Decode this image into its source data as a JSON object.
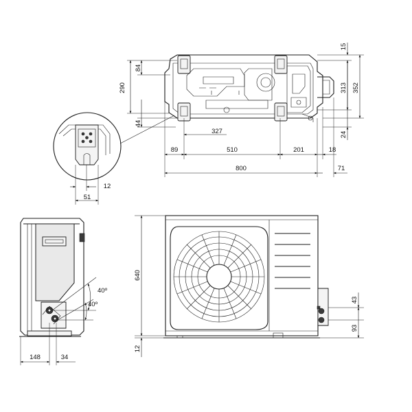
{
  "dimensions": {
    "top_view": {
      "d15": "15",
      "d84": "84",
      "d290": "290",
      "d313": "313",
      "d352": "352",
      "d44": "44",
      "d327": "327",
      "d24": "24",
      "d89": "89",
      "d510": "510",
      "d201": "201",
      "d18": "18",
      "d800": "800",
      "d71": "71"
    },
    "detail_view": {
      "d12": "12",
      "d51": "51"
    },
    "side_view": {
      "angle_upper": "40º",
      "angle_lower": "40º",
      "d148": "148",
      "d34": "34"
    },
    "front_view": {
      "d640": "640",
      "d12": "12",
      "d43": "43",
      "d93": "93"
    }
  }
}
